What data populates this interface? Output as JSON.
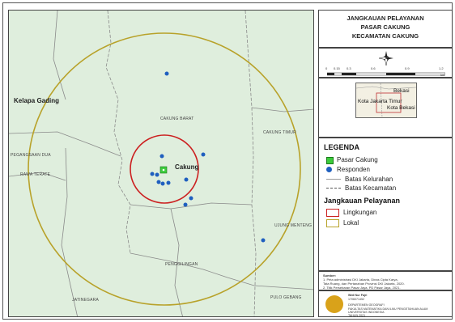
{
  "map": {
    "labels": {
      "kelapa_gading": "Kelapa Gading",
      "cakung_barat": "CAKUNG BARAT",
      "cakung_timur": "CAKUNG TIMUR",
      "pegangsaan_dua": "PEGANGSAAN DUA",
      "rawa_terate": "RAWA TERATE",
      "cakung": "Cakung",
      "ujung_menteng": "UJUNG MENTENG",
      "penggilingan": "PENGGILINGAN",
      "jatinegara": "JATINEGARA",
      "pulo_gebang": "PULO GEBANG"
    },
    "colors": {
      "background": "#dfeedd",
      "outer_ring": "#b8a22a",
      "inner_ring": "#cc2020",
      "respondent": "#1f5fbf",
      "market": "#3ccc3c"
    }
  },
  "panel": {
    "title_line1": "JANGKAUAN PELAYANAN",
    "title_line2": "PASAR CAKUNG",
    "title_line3": "KECAMATAN CAKUNG",
    "scale_ticks": [
      "0",
      "0.15",
      "0.3",
      "0.6",
      "0.9",
      "1.2"
    ],
    "scale_unit": "km",
    "inset": {
      "bekasi": "Bekasi",
      "kota_jakarta_timur": "Kota Jakarta Timur",
      "kota_bekasi": "Kota Bekasi"
    },
    "legend": {
      "heading": "LEGENDA",
      "market": "Pasar Cakung",
      "respondent": "Responden",
      "kelurahan": "Batas Kelurahan",
      "kecamatan": "Batas Kecamatan",
      "reach_heading": "Jangkauan Pelayanan",
      "neighborhood": "Lingkungan",
      "local": "Lokal"
    },
    "source": {
      "heading": "Sumber:",
      "line1": "1. Peta administrasi DKI Jakarta, Dinas Cipta Karya,",
      "line2": "Tata Ruang, dan Pertanahan Provinsi DKI Jakarta, 2020.",
      "line3": "2. Titik Persebaran Pasar Jaya, PD Pasar Jaya, 2021."
    },
    "footer": {
      "author": "Widi Nur Fajri",
      "student_id": "1706071452",
      "dept1": "DEPARTEMEN GEOGRAFI",
      "dept2": "FAKULTAS MATEMATIKA DAN ILMU PENGETAHUAN ALAM",
      "univ": "UNIVERSITAS INDONESIA",
      "year": "TAHUN 2021"
    }
  }
}
